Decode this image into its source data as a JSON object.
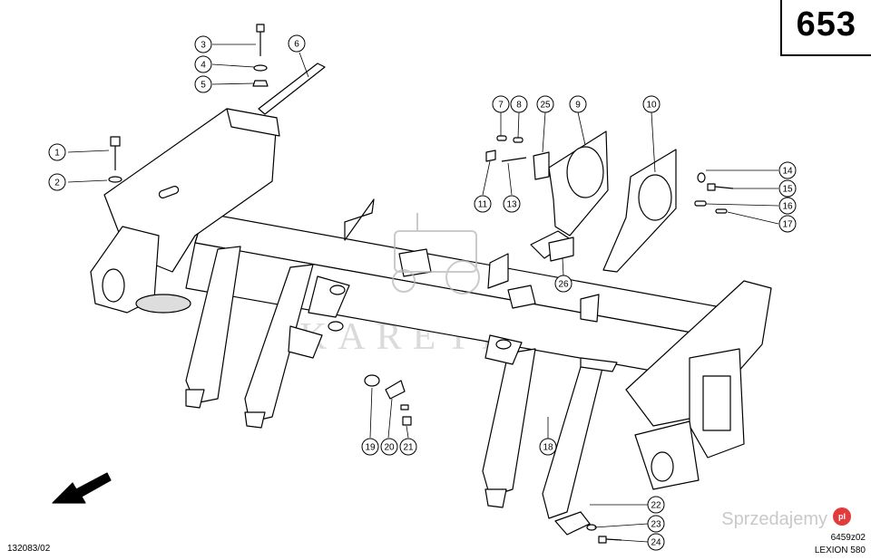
{
  "header": {
    "page_number": "653"
  },
  "footer": {
    "left_code": "132083/02",
    "right_code": "6459z02",
    "model": "LEXION 580"
  },
  "watermarks": {
    "center_text": "KARETINA",
    "site_text": "Sprzedajemy",
    "badge_text": "pl"
  },
  "callouts": [
    {
      "id": "c1",
      "label": "1"
    },
    {
      "id": "c2",
      "label": "2"
    },
    {
      "id": "c3",
      "label": "3"
    },
    {
      "id": "c4",
      "label": "4"
    },
    {
      "id": "c5",
      "label": "5"
    },
    {
      "id": "c6",
      "label": "6"
    },
    {
      "id": "c7",
      "label": "7"
    },
    {
      "id": "c8",
      "label": "8"
    },
    {
      "id": "c9",
      "label": "9"
    },
    {
      "id": "c10",
      "label": "10"
    },
    {
      "id": "c11",
      "label": "11"
    },
    {
      "id": "c13",
      "label": "13"
    },
    {
      "id": "c14",
      "label": "14"
    },
    {
      "id": "c15",
      "label": "15"
    },
    {
      "id": "c16",
      "label": "16"
    },
    {
      "id": "c17",
      "label": "17"
    },
    {
      "id": "c18",
      "label": "18"
    },
    {
      "id": "c19",
      "label": "19"
    },
    {
      "id": "c20",
      "label": "20"
    },
    {
      "id": "c21",
      "label": "21"
    },
    {
      "id": "c22",
      "label": "22"
    },
    {
      "id": "c23",
      "label": "23"
    },
    {
      "id": "c24",
      "label": "24"
    },
    {
      "id": "c25",
      "label": "25"
    },
    {
      "id": "c26",
      "label": "26"
    }
  ]
}
